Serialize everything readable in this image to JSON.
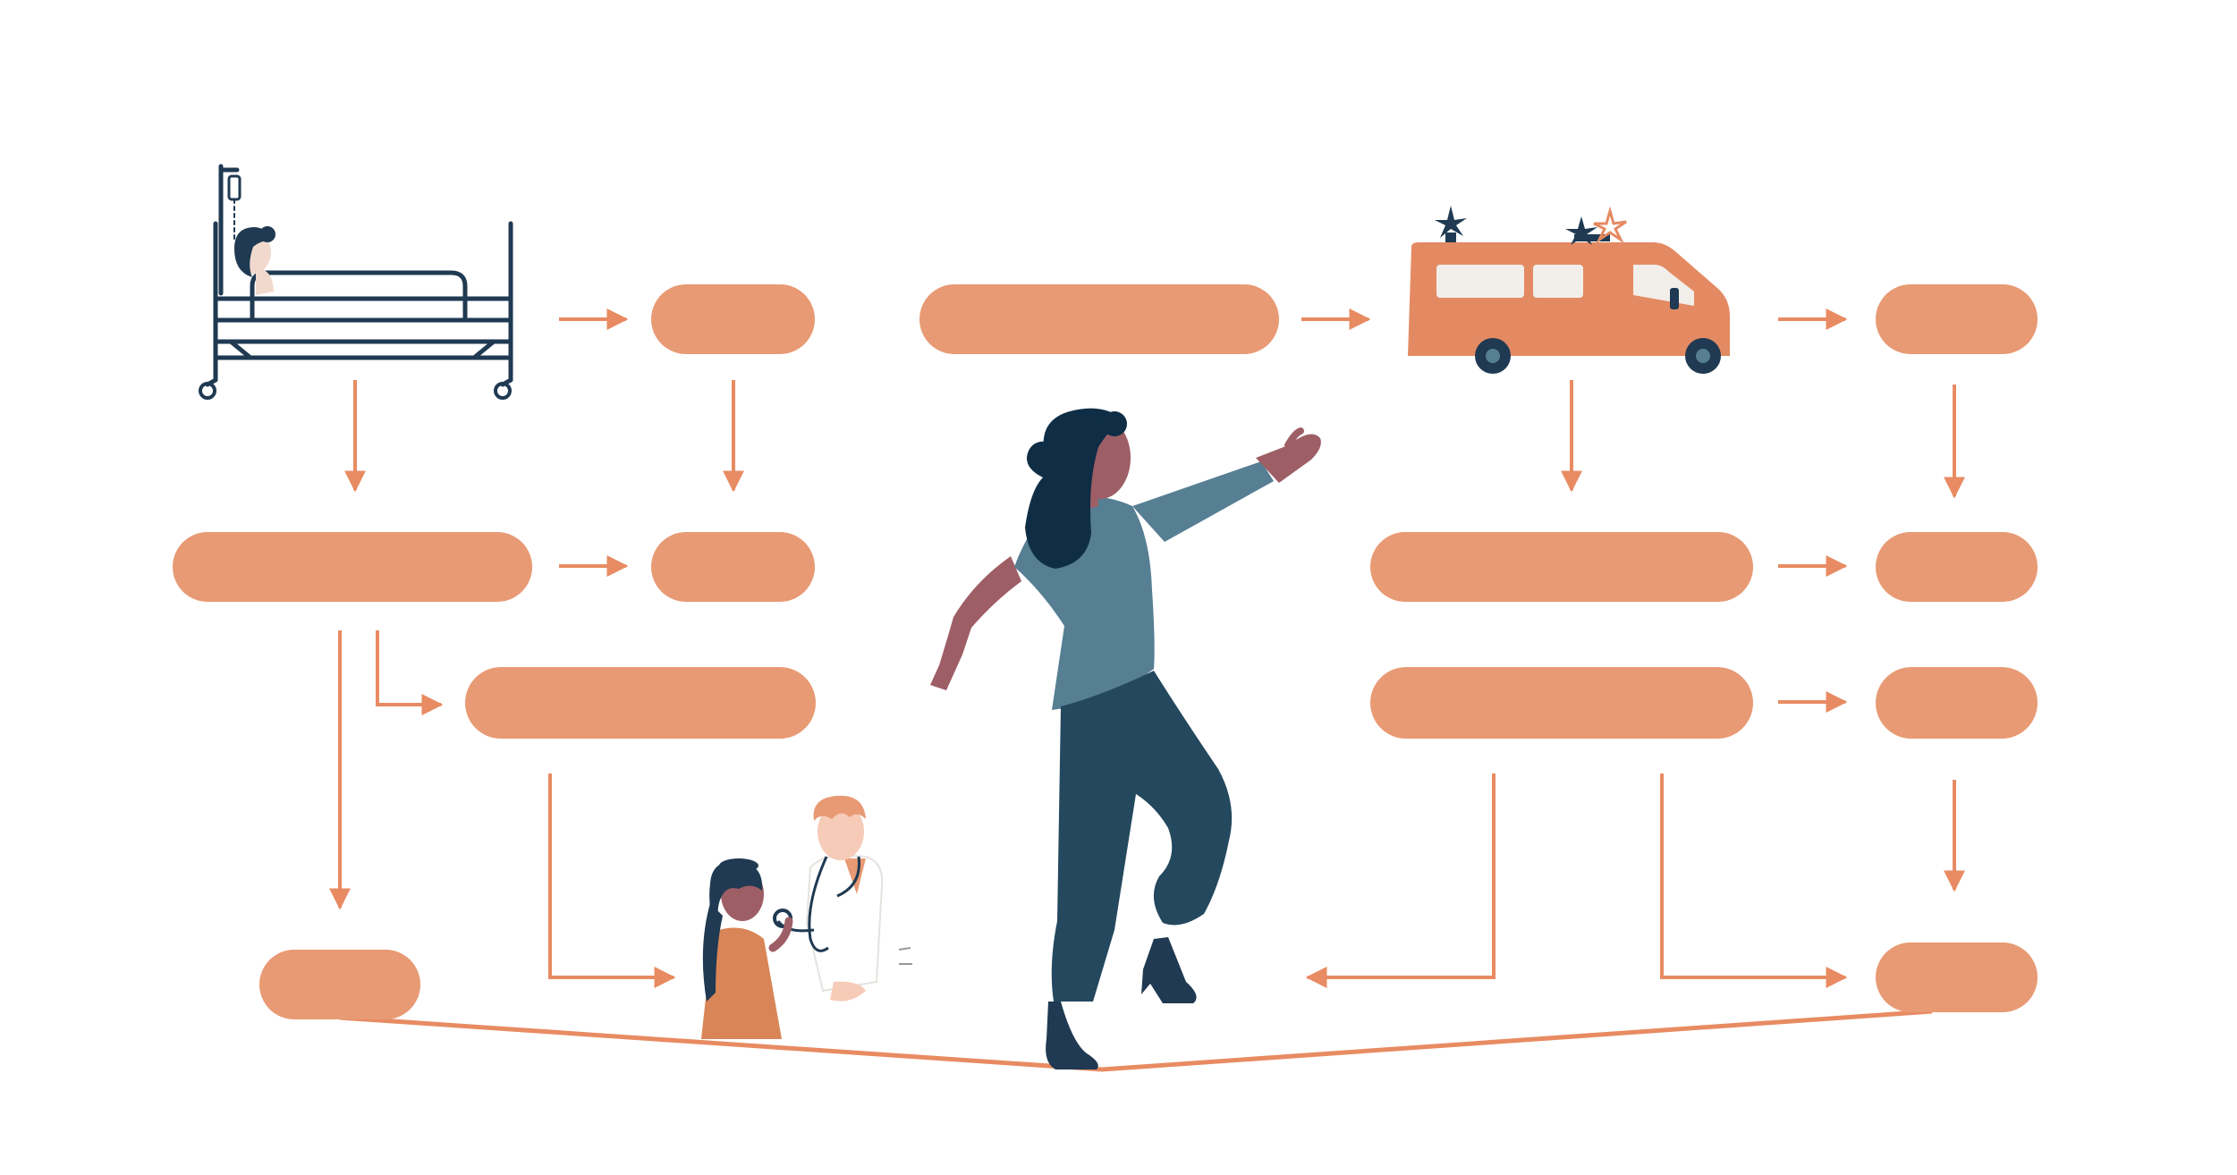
{
  "diagram": {
    "nodes": [
      {
        "id": "r1c1",
        "label": ""
      },
      {
        "id": "r1c2",
        "label": ""
      },
      {
        "id": "r1c4",
        "label": ""
      },
      {
        "id": "r2c1",
        "label": ""
      },
      {
        "id": "r2c2",
        "label": ""
      },
      {
        "id": "r2c3",
        "label": ""
      },
      {
        "id": "r2c4",
        "label": ""
      },
      {
        "id": "r3c1",
        "label": ""
      },
      {
        "id": "r3c2",
        "label": ""
      },
      {
        "id": "r3c3",
        "label": ""
      },
      {
        "id": "bottom-left",
        "label": ""
      },
      {
        "id": "bottom-right",
        "label": ""
      }
    ]
  },
  "palette": {
    "node_fill": "#E89A74",
    "arrow": "#E88B62",
    "rope": "#E88B62",
    "navy": "#1F3A52",
    "teal": "#567F93",
    "skin": "#9E5E66",
    "doctor_skin": "#F6CBB7",
    "van_window": "#F2EEEA"
  },
  "illustrations": [
    "hospital-bed-icon",
    "ambulance-icon",
    "tightrope-woman",
    "doctor-child-exam"
  ]
}
